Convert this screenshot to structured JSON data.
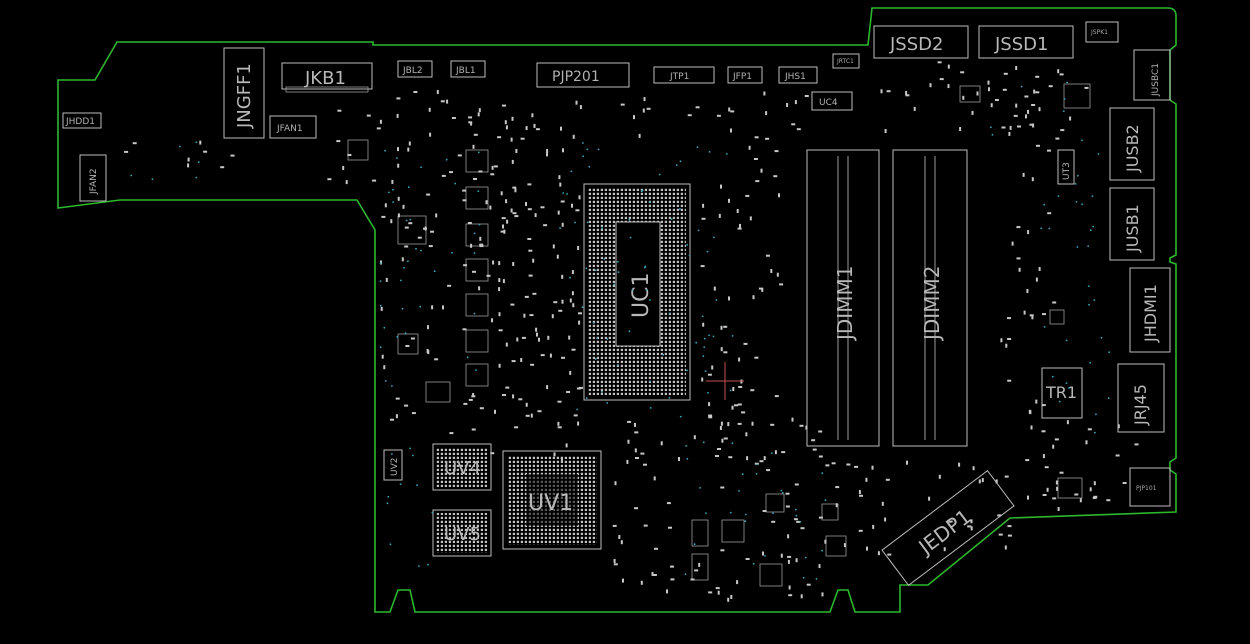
{
  "colors": {
    "background": "#000000",
    "board_outline": "#2db82d",
    "silkscreen": "#bdbdbd",
    "vias": "#3aa7b8",
    "cursor": "#c0504d"
  },
  "components": {
    "jssd2": "JSSD2",
    "jssd1": "JSSD1",
    "jspk1": "JSPK1",
    "jusbc1": "JUSBC1",
    "jusb2": "JUSB2",
    "jusb1": "JUSB1",
    "jhdmi1": "JHDMI1",
    "jrj45": "JRJ45",
    "pjp101": "PJP101",
    "tr1": "TR1",
    "jdimm1": "JDIMM1",
    "jdimm2": "JDIMM2",
    "jedp1": "JEDP1",
    "uc1": "UC1",
    "uv1": "UV1",
    "uv4": "UV4",
    "uv5": "UV5",
    "uv2": "UV2",
    "jngff1": "JNGFF1",
    "jkb1": "JKB1",
    "jbl2": "JBL2",
    "jbl1": "JBL1",
    "pjp201": "PJP201",
    "jtp1": "JTP1",
    "jfp1": "JFP1",
    "jhs1": "JHS1",
    "uc4": "UC4",
    "jrtc1": "JRTC1",
    "jhdd1": "JHDD1",
    "jfan2": "JFAN2",
    "jfan1": "JFAN1",
    "ut3": "UT3"
  }
}
